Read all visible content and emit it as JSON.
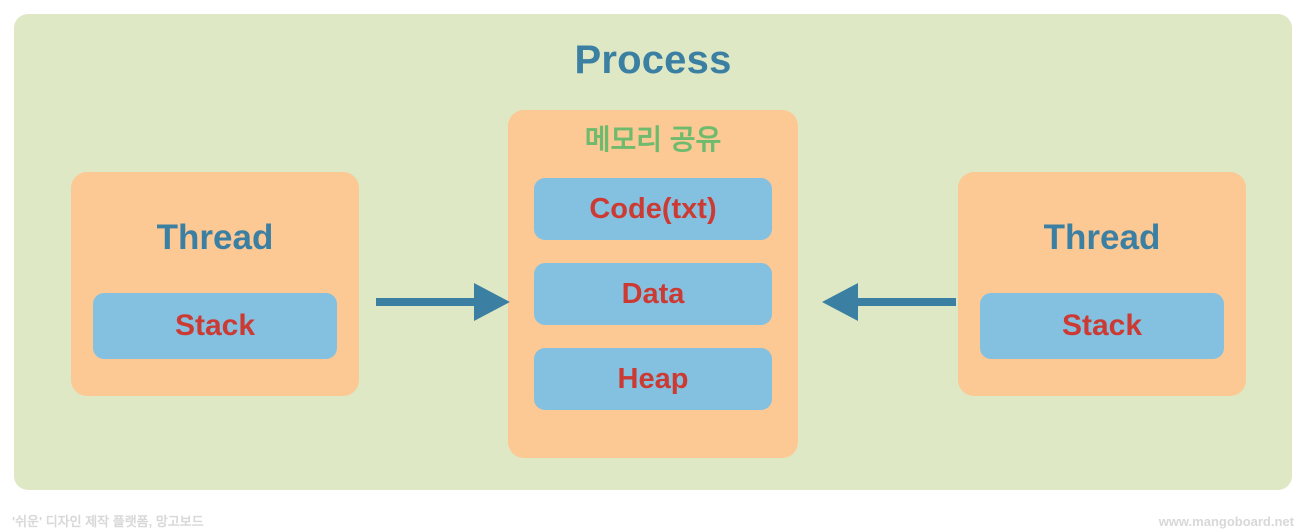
{
  "diagram": {
    "title": "Process",
    "colors": {
      "panel_background": "#dfe8c4",
      "box_orange": "#fcc894",
      "box_blue": "#84c1e1",
      "title_blue": "#3b7fa3",
      "label_red": "#cc3a34",
      "label_green": "#6ebb6d",
      "arrow_blue": "#3b7fa3",
      "page_background": "#ffffff"
    },
    "threads": [
      {
        "label": "Thread",
        "stack": {
          "label": "Stack"
        },
        "position": "left"
      },
      {
        "label": "Thread",
        "stack": {
          "label": "Stack"
        },
        "position": "right"
      }
    ],
    "memory": {
      "title": "메모리 공유",
      "segments": [
        {
          "label": "Code(txt)"
        },
        {
          "label": "Data"
        },
        {
          "label": "Heap"
        }
      ]
    },
    "arrows": [
      {
        "name": "thread-to-memory-left",
        "direction": "right"
      },
      {
        "name": "thread-to-memory-right",
        "direction": "left"
      }
    ]
  },
  "watermarks": {
    "left": "'쉬운' 디자인 제작 플랫폼, 망고보드",
    "right": "www.mangoboard.net"
  }
}
